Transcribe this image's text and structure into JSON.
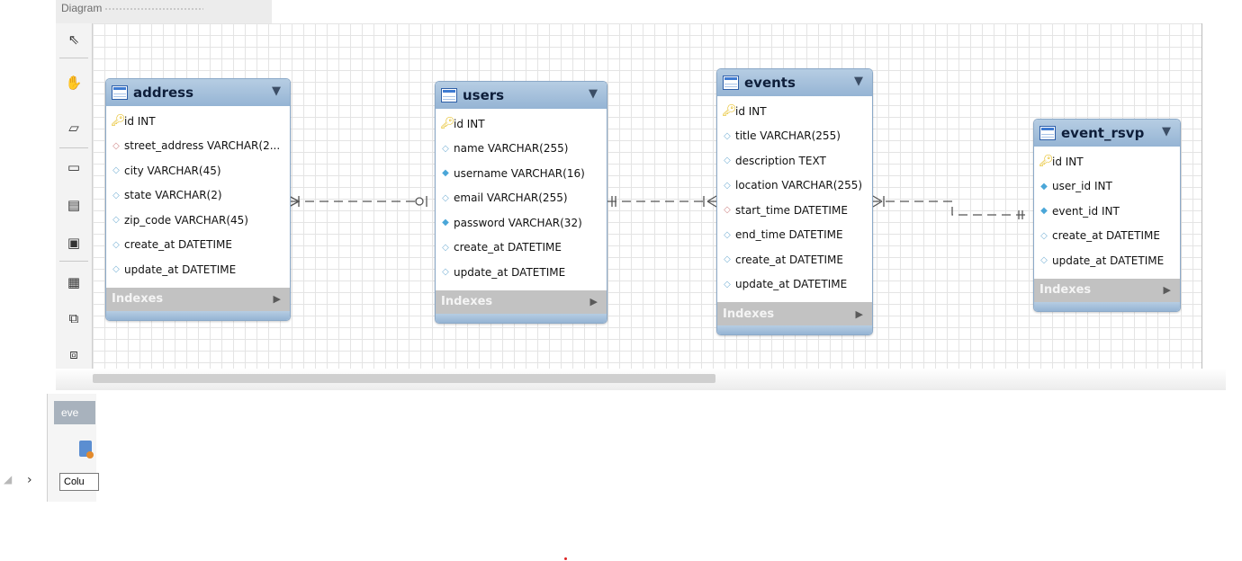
{
  "panel": {
    "title": "Diagram"
  },
  "tools": [
    {
      "icon": "pointer-icon",
      "glyph": "⇖"
    },
    {
      "icon": "hand-icon",
      "glyph": "✋"
    },
    {
      "icon": "eraser-icon",
      "glyph": "▱"
    },
    {
      "icon": "layer-icon",
      "glyph": "▭"
    },
    {
      "icon": "note-icon",
      "glyph": "▤"
    },
    {
      "icon": "image-icon",
      "glyph": "▣"
    },
    {
      "icon": "table-icon",
      "glyph": "▦"
    },
    {
      "icon": "view-icon",
      "glyph": "⧉"
    },
    {
      "icon": "routine-group-icon",
      "glyph": "⧈"
    }
  ],
  "tables": {
    "address": {
      "name": "address",
      "indexes_label": "Indexes",
      "columns": [
        {
          "kind": "key",
          "text": "id INT"
        },
        {
          "kind": "red",
          "text": "street_address VARCHAR(2..."
        },
        {
          "kind": "dia",
          "text": "city VARCHAR(45)"
        },
        {
          "kind": "dia",
          "text": "state VARCHAR(2)"
        },
        {
          "kind": "dia",
          "text": "zip_code VARCHAR(45)"
        },
        {
          "kind": "dia",
          "text": "create_at DATETIME"
        },
        {
          "kind": "dia",
          "text": "update_at DATETIME"
        }
      ]
    },
    "users": {
      "name": "users",
      "indexes_label": "Indexes",
      "columns": [
        {
          "kind": "key",
          "text": "id INT"
        },
        {
          "kind": "dia",
          "text": "name VARCHAR(255)"
        },
        {
          "kind": "fill",
          "text": "username VARCHAR(16)"
        },
        {
          "kind": "dia",
          "text": "email VARCHAR(255)"
        },
        {
          "kind": "fill",
          "text": "password VARCHAR(32)"
        },
        {
          "kind": "dia",
          "text": "create_at DATETIME"
        },
        {
          "kind": "dia",
          "text": "update_at DATETIME"
        }
      ]
    },
    "events": {
      "name": "events",
      "indexes_label": "Indexes",
      "columns": [
        {
          "kind": "key",
          "text": "id INT"
        },
        {
          "kind": "dia",
          "text": "title VARCHAR(255)"
        },
        {
          "kind": "dia",
          "text": "description TEXT"
        },
        {
          "kind": "dia",
          "text": "location VARCHAR(255)"
        },
        {
          "kind": "red",
          "text": "start_time DATETIME"
        },
        {
          "kind": "dia",
          "text": "end_time DATETIME"
        },
        {
          "kind": "dia",
          "text": "create_at DATETIME"
        },
        {
          "kind": "dia",
          "text": "update_at DATETIME"
        }
      ]
    },
    "event_rsvp": {
      "name": "event_rsvp",
      "indexes_label": "Indexes",
      "columns": [
        {
          "kind": "key",
          "text": "id INT"
        },
        {
          "kind": "fill",
          "text": "user_id INT"
        },
        {
          "kind": "fill",
          "text": "event_id INT"
        },
        {
          "kind": "dia",
          "text": "create_at DATETIME"
        },
        {
          "kind": "dia",
          "text": "update_at DATETIME"
        }
      ]
    }
  },
  "lower_panel": {
    "tab_label": "eve",
    "input_value": "Colu"
  },
  "colors": {
    "header_blue": "#95b4d4",
    "index_gray": "#c2c2c2",
    "key_yellow": "#e2b400"
  }
}
